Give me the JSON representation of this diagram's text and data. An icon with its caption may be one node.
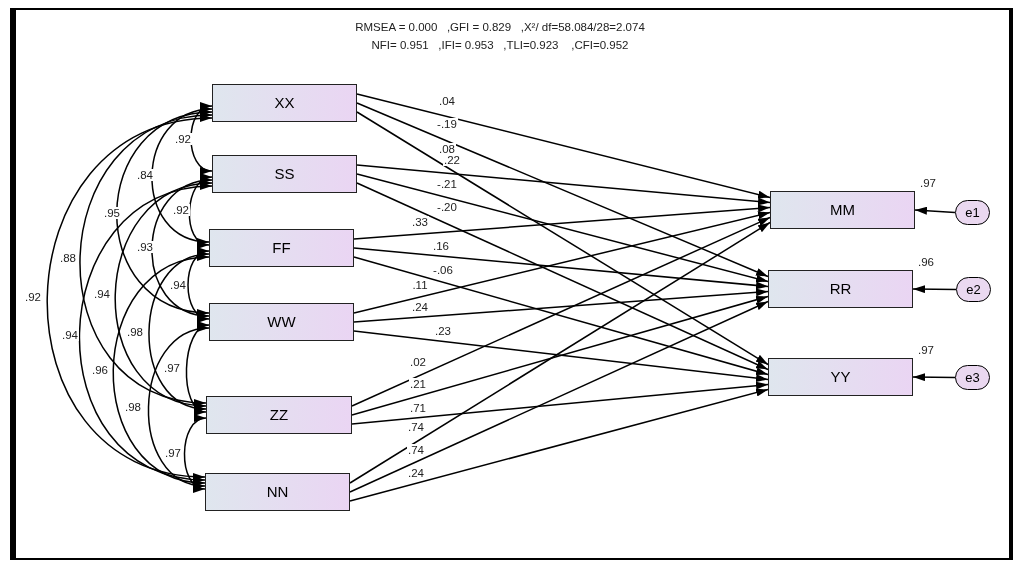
{
  "diagram": {
    "nodes": [
      {
        "text": [
          "XX"
        ]
      },
      {
        "text": [
          "SS"
        ]
      },
      {
        "text": [
          "FF"
        ]
      },
      {
        "text": [
          "WW"
        ]
      },
      {
        "text": [
          "ZZ"
        ]
      },
      {
        "text": [
          "NN"
        ]
      },
      {
        "text": [
          "MM"
        ],
        "beside": [
          ".97"
        ]
      },
      {
        "text": [
          "RR"
        ],
        "beside": [
          ".96"
        ]
      },
      {
        "text": [
          "YY"
        ],
        "beside": [
          ".97"
        ]
      },
      {
        "text": [
          "e1"
        ]
      },
      {
        "text": [
          "e2"
        ]
      },
      {
        "text": [
          "e3"
        ]
      }
    ],
    "edges": [
      {
        "from": 0,
        "to": 6,
        "arrow": "to",
        "label": ".04"
      },
      {
        "from": 0,
        "to": 7,
        "arrow": "to",
        "label": "-.19"
      },
      {
        "from": 0,
        "to": 8,
        "arrow": "to",
        "label": ".08"
      },
      {
        "from": 1,
        "to": 6,
        "arrow": "to",
        "label": ".22"
      },
      {
        "from": 1,
        "to": 7,
        "arrow": "to",
        "label": "-.21"
      },
      {
        "from": 1,
        "to": 8,
        "arrow": "to",
        "label": "-.20"
      },
      {
        "from": 2,
        "to": 6,
        "arrow": "to",
        "label": ".33"
      },
      {
        "from": 2,
        "to": 7,
        "arrow": "to",
        "label": ".16"
      },
      {
        "from": 2,
        "to": 8,
        "arrow": "to",
        "label": "-.06"
      },
      {
        "from": 3,
        "to": 6,
        "arrow": "to",
        "label": ".11"
      },
      {
        "from": 3,
        "to": 7,
        "arrow": "to",
        "label": ".24"
      },
      {
        "from": 3,
        "to": 8,
        "arrow": "to",
        "label": ".23"
      },
      {
        "from": 4,
        "to": 6,
        "arrow": "to",
        "label": ".02"
      },
      {
        "from": 4,
        "to": 7,
        "arrow": "to",
        "label": ".21"
      },
      {
        "from": 4,
        "to": 8,
        "arrow": "to",
        "label": ".71"
      },
      {
        "from": 5,
        "to": 6,
        "arrow": "to",
        "label": ".74"
      },
      {
        "from": 5,
        "to": 7,
        "arrow": "to",
        "label": ".74"
      },
      {
        "from": 5,
        "to": 8,
        "arrow": "to",
        "label": ".24"
      },
      {
        "from": 9,
        "to": 6,
        "arrow": "to"
      },
      {
        "from": 10,
        "to": 7,
        "arrow": "to"
      },
      {
        "from": 11,
        "to": 8,
        "arrow": "to"
      },
      {
        "from": 0,
        "to": 1,
        "arrow": "both",
        "label": ".92"
      },
      {
        "from": 1,
        "to": 2,
        "arrow": "both",
        "label": ".92"
      },
      {
        "from": 2,
        "to": 3,
        "arrow": "both",
        "label": ".94"
      },
      {
        "from": 3,
        "to": 4,
        "arrow": "both",
        "label": ".97"
      },
      {
        "from": 4,
        "to": 5,
        "arrow": "both",
        "label": ".97"
      },
      {
        "from": 0,
        "to": 2,
        "arrow": "both",
        "label": ".84"
      },
      {
        "from": 1,
        "to": 3,
        "arrow": "both",
        "label": ".93"
      },
      {
        "from": 2,
        "to": 4,
        "arrow": "both",
        "label": ".98"
      },
      {
        "from": 3,
        "to": 5,
        "arrow": "both",
        "label": ".98"
      },
      {
        "from": 0,
        "to": 3,
        "arrow": "both",
        "label": ".95"
      },
      {
        "from": 1,
        "to": 4,
        "arrow": "both",
        "label": ".94"
      },
      {
        "from": 2,
        "to": 5,
        "arrow": "both",
        "label": ".96"
      },
      {
        "from": 0,
        "to": 4,
        "arrow": "both",
        "label": ".88"
      },
      {
        "from": 1,
        "to": 5,
        "arrow": "both",
        "label": ".94"
      },
      {
        "from": 0,
        "to": 5,
        "arrow": "both",
        "label": ".92"
      }
    ],
    "labels": [
      "RMSEA = 0.000   ,GFI = 0.829   ,X²/ df=58.084/28=2.074",
      "NFI= 0.951   ,IFI= 0.953   ,TLI=0.923    ,CFI=0.952"
    ]
  }
}
